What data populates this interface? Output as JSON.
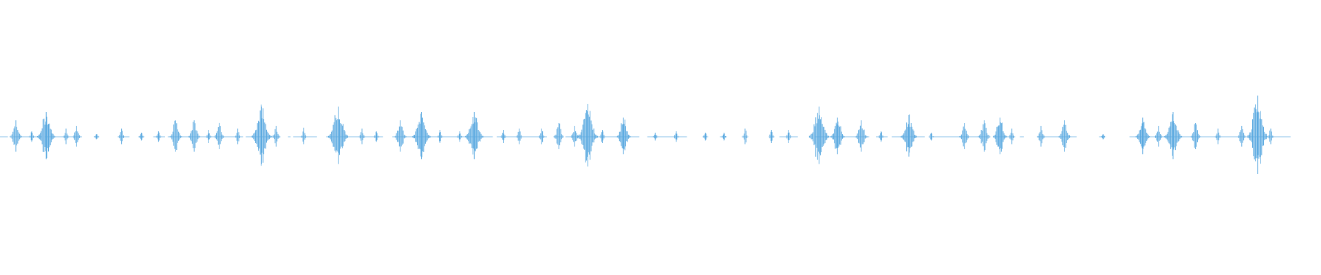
{
  "chart_data": {
    "type": "line",
    "title": "",
    "xlabel": "",
    "ylabel": "",
    "color": "#5aa9e0",
    "grid": false,
    "legend": "none",
    "duration": 1.0,
    "amplitude_range": [
      -1,
      1
    ],
    "active_span": [
      0.0,
      0.977
    ],
    "baseline_segments": [
      [
        0.0,
        0.006
      ],
      [
        0.01,
        0.032
      ],
      [
        0.034,
        0.062
      ],
      [
        0.072,
        0.075
      ],
      [
        0.089,
        0.098
      ],
      [
        0.105,
        0.109
      ],
      [
        0.116,
        0.125
      ],
      [
        0.127,
        0.184
      ],
      [
        0.186,
        0.212
      ],
      [
        0.218,
        0.22
      ],
      [
        0.222,
        0.24
      ],
      [
        0.247,
        0.29
      ],
      [
        0.297,
        0.373
      ],
      [
        0.376,
        0.414
      ],
      [
        0.419,
        0.425
      ],
      [
        0.428,
        0.484
      ],
      [
        0.49,
        0.52
      ],
      [
        0.532,
        0.535
      ],
      [
        0.545,
        0.55
      ],
      [
        0.563,
        0.565
      ],
      [
        0.583,
        0.586
      ],
      [
        0.59,
        0.604
      ],
      [
        0.617,
        0.658
      ],
      [
        0.663,
        0.672
      ],
      [
        0.675,
        0.7
      ],
      [
        0.706,
        0.748
      ],
      [
        0.752,
        0.768
      ],
      [
        0.772,
        0.775
      ],
      [
        0.786,
        0.815
      ],
      [
        0.832,
        0.836
      ],
      [
        0.855,
        0.977
      ]
    ],
    "peaks": [
      {
        "x": 0.012,
        "amplitude": 0.12
      },
      {
        "x": 0.024,
        "amplitude": 0.04
      },
      {
        "x": 0.035,
        "amplitude": 0.18
      },
      {
        "x": 0.05,
        "amplitude": 0.06
      },
      {
        "x": 0.058,
        "amplitude": 0.08
      },
      {
        "x": 0.073,
        "amplitude": 0.02
      },
      {
        "x": 0.092,
        "amplitude": 0.06
      },
      {
        "x": 0.107,
        "amplitude": 0.03
      },
      {
        "x": 0.12,
        "amplitude": 0.04
      },
      {
        "x": 0.133,
        "amplitude": 0.12
      },
      {
        "x": 0.147,
        "amplitude": 0.12
      },
      {
        "x": 0.158,
        "amplitude": 0.05
      },
      {
        "x": 0.166,
        "amplitude": 0.1
      },
      {
        "x": 0.18,
        "amplitude": 0.06
      },
      {
        "x": 0.198,
        "amplitude": 0.22
      },
      {
        "x": 0.209,
        "amplitude": 0.08
      },
      {
        "x": 0.23,
        "amplitude": 0.06
      },
      {
        "x": 0.256,
        "amplitude": 0.22
      },
      {
        "x": 0.274,
        "amplitude": 0.06
      },
      {
        "x": 0.285,
        "amplitude": 0.04
      },
      {
        "x": 0.303,
        "amplitude": 0.12
      },
      {
        "x": 0.319,
        "amplitude": 0.18
      },
      {
        "x": 0.333,
        "amplitude": 0.05
      },
      {
        "x": 0.348,
        "amplitude": 0.04
      },
      {
        "x": 0.359,
        "amplitude": 0.18
      },
      {
        "x": 0.381,
        "amplitude": 0.05
      },
      {
        "x": 0.393,
        "amplitude": 0.06
      },
      {
        "x": 0.41,
        "amplitude": 0.06
      },
      {
        "x": 0.423,
        "amplitude": 0.1
      },
      {
        "x": 0.435,
        "amplitude": 0.08
      },
      {
        "x": 0.445,
        "amplitude": 0.24
      },
      {
        "x": 0.456,
        "amplitude": 0.05
      },
      {
        "x": 0.472,
        "amplitude": 0.14
      },
      {
        "x": 0.496,
        "amplitude": 0.03
      },
      {
        "x": 0.512,
        "amplitude": 0.04
      },
      {
        "x": 0.534,
        "amplitude": 0.03
      },
      {
        "x": 0.548,
        "amplitude": 0.03
      },
      {
        "x": 0.564,
        "amplitude": 0.06
      },
      {
        "x": 0.584,
        "amplitude": 0.05
      },
      {
        "x": 0.597,
        "amplitude": 0.05
      },
      {
        "x": 0.62,
        "amplitude": 0.22
      },
      {
        "x": 0.634,
        "amplitude": 0.14
      },
      {
        "x": 0.652,
        "amplitude": 0.12
      },
      {
        "x": 0.667,
        "amplitude": 0.04
      },
      {
        "x": 0.688,
        "amplitude": 0.16
      },
      {
        "x": 0.705,
        "amplitude": 0.03
      },
      {
        "x": 0.73,
        "amplitude": 0.1
      },
      {
        "x": 0.745,
        "amplitude": 0.12
      },
      {
        "x": 0.757,
        "amplitude": 0.14
      },
      {
        "x": 0.766,
        "amplitude": 0.06
      },
      {
        "x": 0.788,
        "amplitude": 0.08
      },
      {
        "x": 0.806,
        "amplitude": 0.12
      },
      {
        "x": 0.835,
        "amplitude": 0.02
      },
      {
        "x": 0.865,
        "amplitude": 0.14
      },
      {
        "x": 0.877,
        "amplitude": 0.08
      },
      {
        "x": 0.888,
        "amplitude": 0.18
      },
      {
        "x": 0.905,
        "amplitude": 0.1
      },
      {
        "x": 0.922,
        "amplitude": 0.06
      },
      {
        "x": 0.94,
        "amplitude": 0.08
      },
      {
        "x": 0.952,
        "amplitude": 0.3
      },
      {
        "x": 0.962,
        "amplitude": 0.06
      }
    ]
  }
}
